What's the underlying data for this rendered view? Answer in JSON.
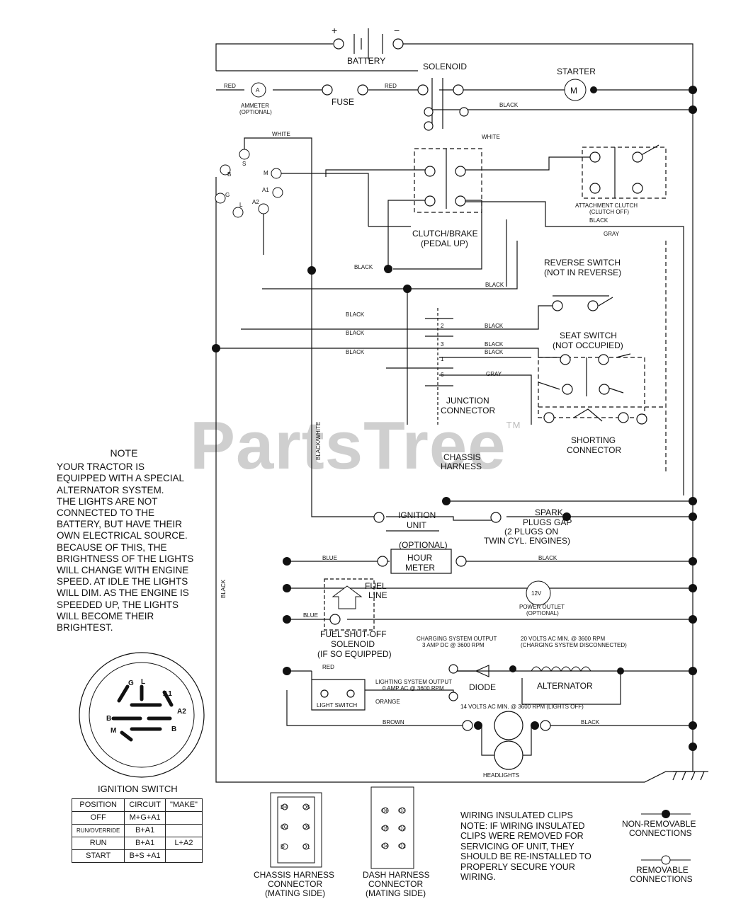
{
  "watermark": {
    "text": "PartsTree",
    "tm": "TM"
  },
  "battery": {
    "label": "BATTERY",
    "plus": "+",
    "minus": "−"
  },
  "labels": {
    "solenoid": "SOLENOID",
    "starter": "STARTER",
    "starter_m": "M",
    "ammeter": "AMMETER",
    "ammeter_sub": "(OPTIONAL)",
    "ammeter_a": "A",
    "fuse": "FUSE",
    "clutch_brake": "CLUTCH/BRAKE",
    "clutch_brake_sub": "(PEDAL UP)",
    "attachment_clutch": "ATTACHMENT CLUTCH",
    "attachment_clutch_sub": "(CLUTCH OFF)",
    "reverse_switch": "REVERSE SWITCH",
    "reverse_switch_sub": "(NOT IN REVERSE)",
    "seat_switch": "SEAT SWITCH",
    "seat_switch_sub": "(NOT OCCUPIED)",
    "junction_connector_1": "JUNCTION",
    "junction_connector_2": "CONNECTOR",
    "shorting_connector_1": "SHORTING",
    "shorting_connector_2": "CONNECTOR",
    "chassis_harness_1": "CHASSIS",
    "chassis_harness_2": "HARNESS",
    "ignition_unit_1": "IGNITION",
    "ignition_unit_2": "UNIT",
    "spark_1": "SPARK",
    "spark_2": "PLUGS GAP",
    "spark_3": "(2 PLUGS ON",
    "spark_4": "TWIN CYL. ENGINES)",
    "hour_meter_opt": "(OPTIONAL)",
    "hour_meter_1": "HOUR",
    "hour_meter_2": "METER",
    "fuel_line_1": "FUEL",
    "fuel_line_2": "LINE",
    "fuel_shutoff_1": "FUEL SHUT-OFF",
    "fuel_shutoff_2": "SOLENOID",
    "fuel_shutoff_3": "(IF SO EQUIPPED)",
    "power_outlet_v": "12V",
    "power_outlet": "POWER OUTLET",
    "power_outlet_sub": "(OPTIONAL)",
    "charging_out_1": "CHARGING SYSTEM OUTPUT",
    "charging_out_2": "3 AMP DC @ 3600 RPM",
    "volts_1": "20 VOLTS AC MIN. @ 3600 RPM",
    "volts_2": "(CHARGING SYSTEM DISCONNECTED)",
    "lighting_1": "LIGHTING SYSTEM OUTPUT",
    "lighting_2": "0 AMP AC @ 3600 RPM",
    "volts14": "14 VOLTS AC MIN. @ 3600 RPM (LIGHTS OFF)",
    "diode": "DIODE",
    "alternator": "ALTERNATOR",
    "light_switch": "LIGHT SWITCH",
    "headlights": "HEADLIGHTS",
    "ignition_switch": "IGNITION SWITCH",
    "chassis_conn_1": "CHASSIS HARNESS",
    "chassis_conn_2": "CONNECTOR",
    "chassis_conn_3": "(MATING SIDE)",
    "dash_conn_1": "DASH HARNESS",
    "dash_conn_2": "CONNECTOR",
    "dash_conn_3": "(MATING SIDE)",
    "non_removable_1": "NON-REMOVABLE",
    "non_removable_2": "CONNECTIONS",
    "removable_1": "REMOVABLE",
    "removable_2": "CONNECTIONS"
  },
  "wire_colors": {
    "red": "RED",
    "black": "BLACK",
    "white": "WHITE",
    "gray": "GRAY",
    "blue": "BLUE",
    "brown": "BROWN",
    "orange": "ORANGE",
    "black_white": "BLACK/WHITE"
  },
  "terminals": {
    "switch": [
      "S",
      "B",
      "M",
      "G",
      "A1",
      "L",
      "A2"
    ],
    "junction": [
      "2",
      "3",
      "1",
      "6"
    ],
    "ign_face": [
      "G",
      "L",
      "A1",
      "A2",
      "B",
      "B",
      "M"
    ],
    "chassis_conn": [
      "D4",
      "O5",
      "O2",
      "O5",
      "D",
      "O1"
    ],
    "dash_conn": [
      "O6",
      "O3",
      "O5",
      "O2",
      "O4",
      "O1"
    ]
  },
  "note": {
    "title": "NOTE",
    "lines": [
      "YOUR TRACTOR IS",
      "EQUIPPED WITH A SPECIAL",
      "ALTERNATOR SYSTEM.",
      "THE LIGHTS ARE NOT",
      "CONNECTED TO THE",
      "BATTERY, BUT HAVE THEIR",
      "OWN ELECTRICAL SOURCE.",
      "BECAUSE OF THIS, THE",
      "BRIGHTNESS OF THE LIGHTS",
      "WILL CHANGE WITH ENGINE",
      "SPEED.  AT IDLE THE LIGHTS",
      "WILL DIM.  AS THE ENGINE IS",
      "SPEEDED UP, THE LIGHTS",
      "WILL BECOME THEIR",
      "BRIGHTEST."
    ]
  },
  "position_table": {
    "headers": [
      "POSITION",
      "CIRCUIT",
      "\"MAKE\""
    ],
    "rows": [
      {
        "pos": "OFF",
        "circuit": "M+G+A1",
        "extra": ""
      },
      {
        "pos": "RUN/OVERRIDE",
        "circuit": "B+A1",
        "extra": ""
      },
      {
        "pos": "RUN",
        "circuit": "B+A1",
        "extra": "L+A2"
      },
      {
        "pos": "START",
        "circuit": "B+S +A1",
        "extra": ""
      }
    ]
  },
  "clip_note": {
    "lines": [
      "WIRING INSULATED CLIPS",
      "NOTE: IF WIRING INSULATED",
      "CLIPS WERE REMOVED FOR",
      "SERVICING OF UNIT, THEY",
      "SHOULD BE RE-INSTALLED TO",
      "PROPERLY SECURE YOUR",
      "WIRING."
    ]
  }
}
